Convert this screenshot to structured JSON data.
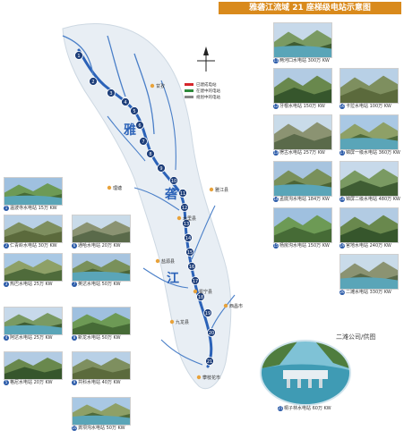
{
  "title": "雅砻江流域 21 座梯级电站示意图",
  "credit": "二滩公司/供图",
  "legend": {
    "items": [
      {
        "label": "已建成电站",
        "color": "#d6262b"
      },
      {
        "label": "在建中的电站",
        "color": "#2e8b3c"
      },
      {
        "label": "规划中的电站",
        "color": "#888888"
      }
    ]
  },
  "river_label_chars": [
    "雅",
    "砻",
    "江"
  ],
  "station_numbers": [
    "1",
    "2",
    "3",
    "4",
    "5",
    "6",
    "7",
    "8",
    "9",
    "10",
    "11",
    "12",
    "13",
    "14",
    "15",
    "16",
    "17",
    "18",
    "19",
    "20",
    "21"
  ],
  "town_labels": [
    "甘孜",
    "理塘",
    "木里县",
    "盐源县",
    "攀枝花市",
    "西昌市",
    "冕宁县",
    "九龙县",
    "雅江县"
  ],
  "photos_left": [
    {
      "num": "1",
      "caption": "温波寺水电站 15万 KW"
    },
    {
      "num": "2",
      "caption": "仁青岭水电站 30万 KW"
    },
    {
      "num": "3",
      "caption": "热巴水电站 25万 KW"
    },
    {
      "num": "4",
      "caption": "阿达水电站 25万 KW"
    },
    {
      "num": "5",
      "caption": "格尼水电站 20万 KW"
    },
    {
      "num": "6",
      "caption": "通哈水电站 20万 KW"
    },
    {
      "num": "7",
      "caption": "英达水电站 50万 KW"
    },
    {
      "num": "8",
      "caption": "新龙水电站 50万 KW"
    },
    {
      "num": "9",
      "caption": "共科水电站 40万 KW"
    },
    {
      "num": "10",
      "caption": "龚坝沟水电站 50万 KW"
    }
  ],
  "photos_right": [
    {
      "num": "11",
      "caption": "两河口水电站 300万 KW"
    },
    {
      "num": "12",
      "caption": "牙根水电站 150万 KW"
    },
    {
      "num": "13",
      "caption": "楞古水电站 257万 KW"
    },
    {
      "num": "14",
      "caption": "孟底沟水电站 184万 KW"
    },
    {
      "num": "15",
      "caption": "杨房沟水电站 150万 KW"
    },
    {
      "num": "16",
      "caption": "卡拉水电站 100万 KW"
    },
    {
      "num": "17",
      "caption": "锦屏一级水电站 360万 KW"
    },
    {
      "num": "18",
      "caption": "锦屏二级水电站 480万 KW"
    },
    {
      "num": "19",
      "caption": "官地水电站 240万 KW"
    },
    {
      "num": "20",
      "caption": "二滩水电站 330万 KW"
    },
    {
      "num": "21",
      "caption": "桐子林水电站 60万 KW"
    }
  ]
}
